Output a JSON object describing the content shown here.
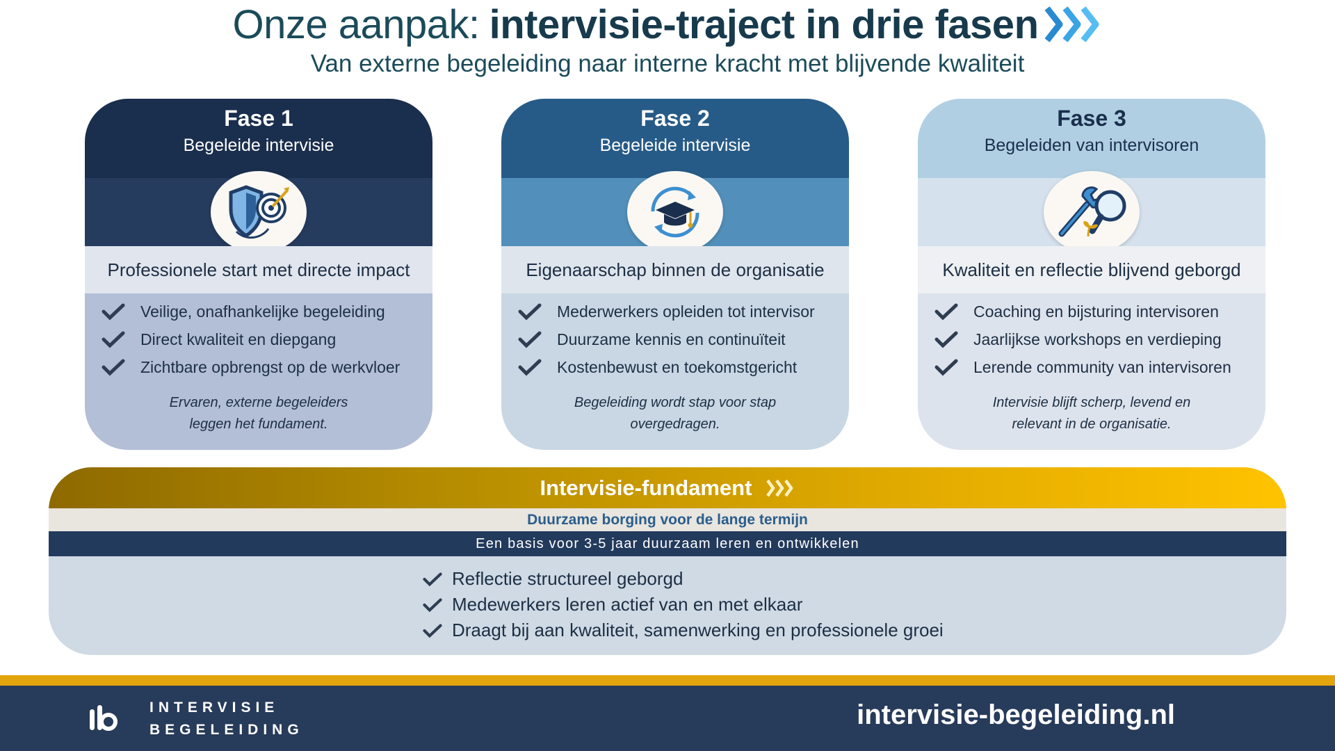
{
  "header": {
    "title_regular": "Onze aanpak:",
    "title_bold": "intervisie-traject in drie fasen",
    "subtitle": "Van externe begeleiding naar interne kracht met blijvende kwaliteit"
  },
  "phases": [
    {
      "number": "Fase 1",
      "subtitle": "Begeleide intervisie",
      "icon": "shield-target-icon",
      "tagline": "Professionele start met directe impact",
      "items": [
        "Veilige, onafhankelijke begeleiding",
        "Direct kwaliteit en diepgang",
        "Zichtbare opbrengst op de werkvloer"
      ],
      "note_line1": "Ervaren, externe begeleiders",
      "note_line2": "leggen het fundament."
    },
    {
      "number": "Fase 2",
      "subtitle": "Begeleide intervisie",
      "icon": "graduation-cap-cycle-icon",
      "tagline": "Eigenaarschap binnen de organisatie",
      "items": [
        "Mederwerkers opleiden tot intervisor",
        "Duurzame kennis en continuïteit",
        "Kostenbewust en toekomstgericht"
      ],
      "note_line1": "Begeleiding wordt stap voor stap",
      "note_line2": "overgedragen."
    },
    {
      "number": "Fase 3",
      "subtitle": "Begeleiden van intervisoren",
      "icon": "wrench-magnifier-icon",
      "tagline": "Kwaliteit en reflectie blijvend geborgd",
      "items": [
        "Coaching en bijsturing intervisoren",
        "Jaarlijkse workshops en verdieping",
        "Lerende community van intervisoren"
      ],
      "note_line1": "Intervisie blijft scherp, levend en",
      "note_line2": "relevant in de organisatie."
    }
  ],
  "foundation": {
    "title": "Intervisie-fundament",
    "subtitle": "Duurzame borging voor de lange termijn",
    "bar": "Een basis voor 3-5 jaar duurzaam leren en ontwikkelen",
    "items": [
      "Reflectie structureel geborgd",
      "Medewerkers leren actief van en met elkaar",
      "Draagt bij aan kwaliteit, samenwerking en professionele groei"
    ]
  },
  "footer": {
    "logo_line1": "INTERVISIE",
    "logo_line2": "BEGELEIDING",
    "website": "intervisie-begeleiding.nl"
  },
  "colors": {
    "accent_gold": "#e3a50d",
    "navy": "#1a2e4d",
    "mid_blue": "#275b87",
    "light_blue": "#b0cfe3"
  }
}
